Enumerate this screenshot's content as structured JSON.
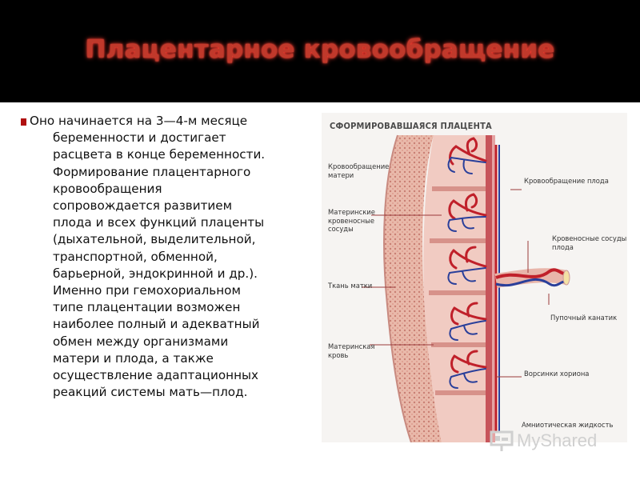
{
  "slide": {
    "title": "Плацентарное кровообращение",
    "body_lines": [
      "Оно начинается на 3—4-м месяце",
      "беременности и достигает",
      "расцвета в конце беременности.",
      "Формирование плацентарного",
      "кровообращения",
      "сопровождается развитием",
      "плода и всех функций плаценты",
      "(дыхательной, выделительной,",
      "транспортной, обменной,",
      "барьерной, эндокринной и др.).",
      "Именно при гемохориальном",
      "типе плацентации возможен",
      "наиболее полный и адекватный",
      "обмен между организмами",
      "матери и плода, а также",
      "осуществление адаптационных",
      "реакций системы мать—плод."
    ]
  },
  "figure": {
    "title": "СФОРМИРОВАВШАЯСЯ ПЛАЦЕНТА",
    "labels": {
      "maternal_circulation": [
        "Кровообращение",
        "матери"
      ],
      "maternal_vessels": [
        "Материнские",
        "кровеносные",
        "сосуды"
      ],
      "uterine_tissue": "Ткань матки",
      "maternal_blood": [
        "Материнская",
        "кровь"
      ],
      "fetal_circulation": "Кровообращение плода",
      "fetal_vessels": [
        "Кровеносные сосуды",
        "плода"
      ],
      "umbilical_cord": "Пупочный канатик",
      "chorionic_villi": "Ворсинки хориона",
      "amniotic_fluid": "Амниотическая жидкость"
    }
  },
  "watermark": {
    "text": "MyShared"
  },
  "colors": {
    "title": "#c0392b",
    "title_glow": "#ff3b2f",
    "header_bg": "#000000",
    "bullet": "#b01010",
    "artery": "#c0202a",
    "vein": "#2a3f9a",
    "tissue": "#e7b4a6"
  }
}
